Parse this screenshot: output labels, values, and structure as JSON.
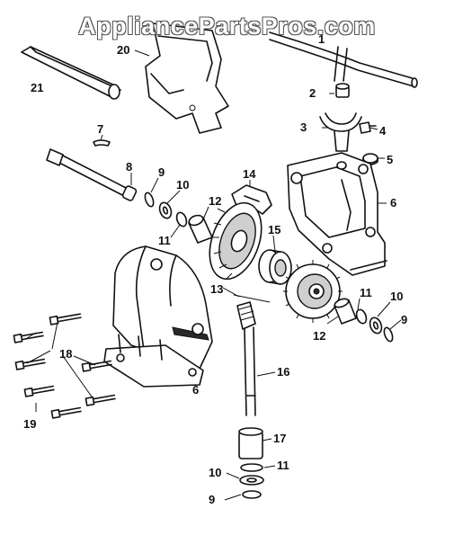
{
  "watermark": "AppliancePartsPros.com",
  "callouts": {
    "c1": "1",
    "c2": "2",
    "c3": "3",
    "c4": "4",
    "c5": "5",
    "c6a": "6",
    "c6b": "6",
    "c7": "7",
    "c8": "8",
    "c9a": "9",
    "c9b": "9",
    "c9c": "9",
    "c10a": "10",
    "c10b": "10",
    "c10c": "10",
    "c11a": "11",
    "c11b": "11",
    "c11c": "11",
    "c12a": "12",
    "c12b": "12",
    "c13": "13",
    "c14": "14",
    "c15": "15",
    "c16": "16",
    "c17": "17",
    "c18": "18",
    "c19": "19",
    "c20": "20",
    "c21": "21"
  }
}
